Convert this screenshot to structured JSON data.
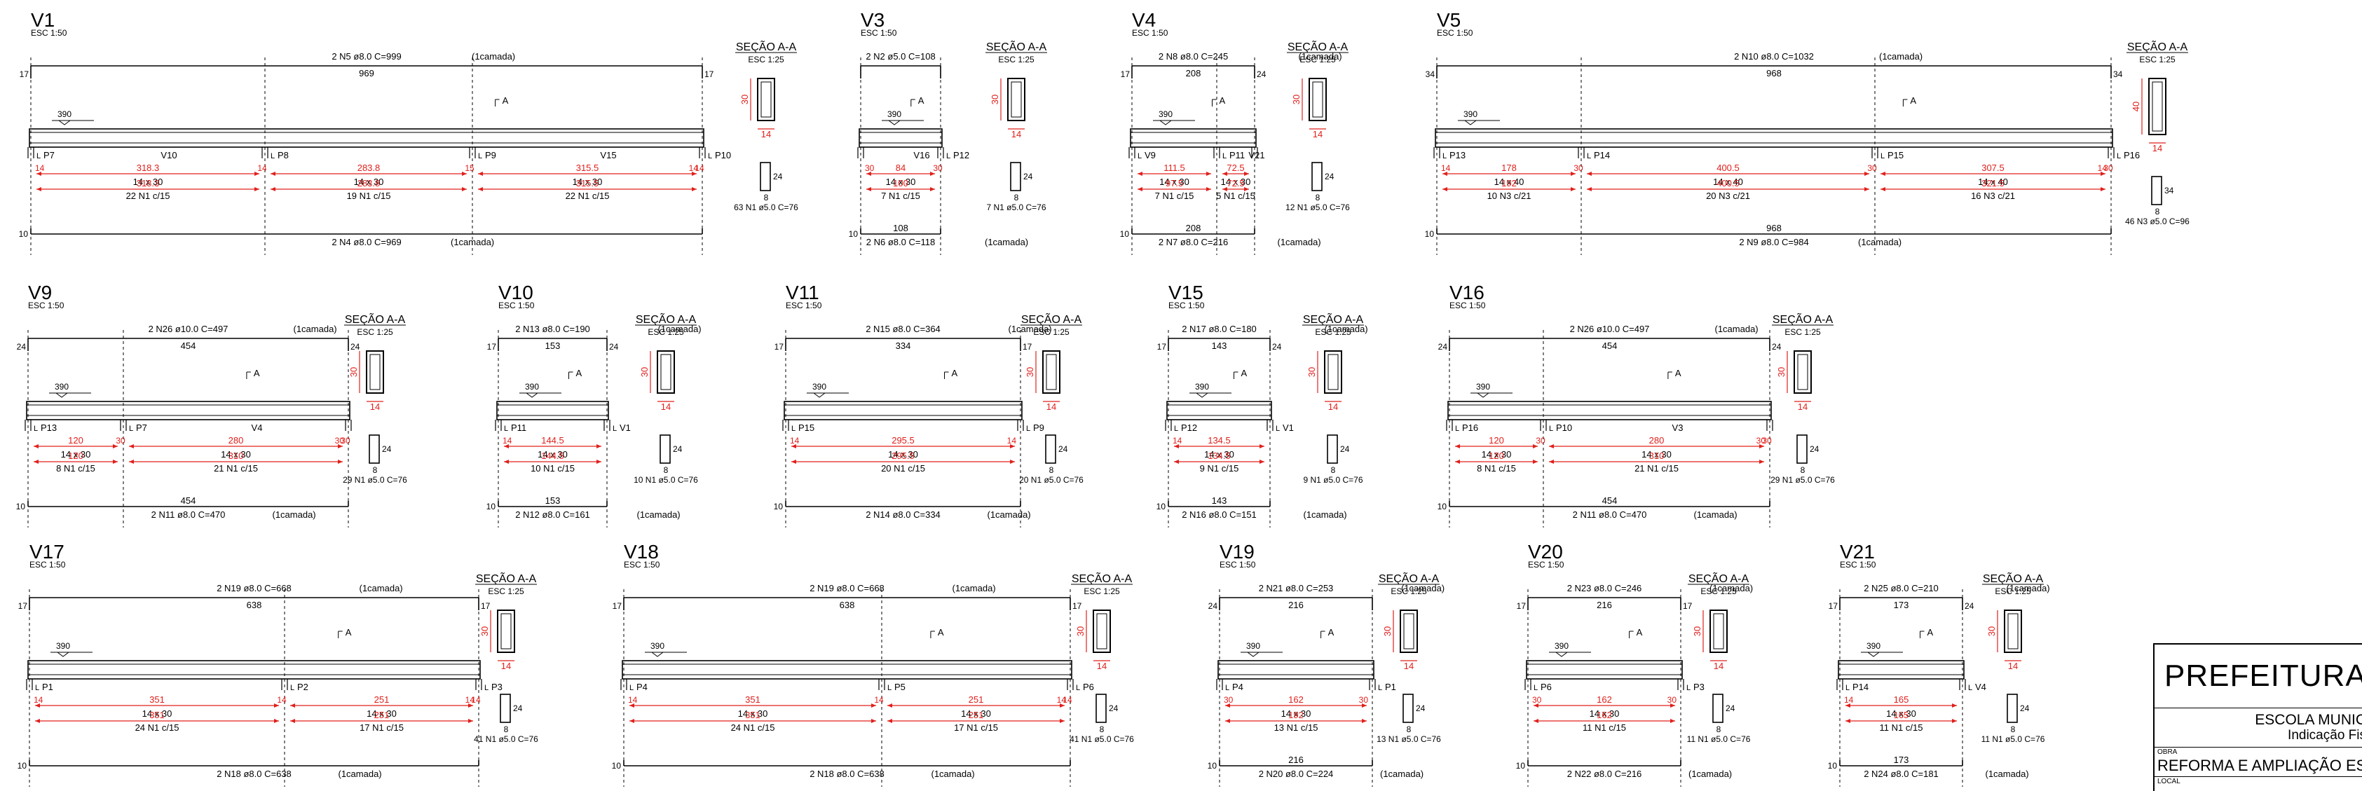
{
  "sheet": {
    "section_title": "SEÇÃO A-A",
    "section_scale": "ESC 1:25",
    "section_label": "A",
    "support_prefix": "L",
    "title_block": {
      "org": "PREFEITURA",
      "school": "ESCOLA MUNIC",
      "subtitle": "Indicação Fis",
      "obra_label": "OBRA",
      "obra": "REFORMA E AMPLIAÇÃO ESC",
      "local_label": "LOCAL"
    }
  },
  "beams": [
    {
      "name": "V1",
      "scale": "ESC 1:50",
      "top_bar": "2 N5 ø8.0  C=999",
      "top_layer": "(1camada)",
      "top_len": "969",
      "bot_bar": "2 N4 ø8.0  C=969",
      "bot_layer": "(1camada)",
      "bot_len": "",
      "left_hook": "17",
      "right_hook": "17",
      "level": "390",
      "supports": [
        "P7",
        "P8",
        "P9",
        "P10"
      ],
      "ends": [
        "14",
        "14"
      ],
      "spans": [
        {
          "id": "V10",
          "width": "14",
          "len": "318.3",
          "section": "14 x 30",
          "len2": "318.3",
          "stirrups": "22 N1 c/15"
        },
        {
          "id": "",
          "width": "15",
          "len": "283.8",
          "section": "14 x 30",
          "len2": "283.8",
          "stirrups": "19 N1 c/15"
        },
        {
          "id": "V15",
          "width": "14",
          "len": "315.5",
          "section": "14 x 30",
          "len2": "315.5",
          "stirrups": "22 N1 c/15"
        }
      ],
      "sec": {
        "h": "30",
        "w": "14",
        "stirrup_h": "24",
        "stirrup_w": "8",
        "stirrup_label": "63 N1 ø5.0  C=76"
      }
    },
    {
      "name": "V3",
      "scale": "ESC 1:50",
      "top_bar": "2 N2 ø5.0  C=108",
      "top_layer": "",
      "top_len": "",
      "bot_bar": "2 N6 ø8.0  C=118",
      "bot_layer": "(1camada)",
      "bot_len": "108",
      "left_hook": "",
      "right_hook": "",
      "level": "390",
      "supports": [
        "",
        "P12"
      ],
      "ends": [
        "30",
        ""
      ],
      "spans": [
        {
          "id": "V16",
          "width": "30",
          "len": "84",
          "section": "14 x 30",
          "len2": "100",
          "stirrups": "7 N1 c/15"
        }
      ],
      "sec": {
        "h": "30",
        "w": "14",
        "stirrup_h": "24",
        "stirrup_w": "8",
        "stirrup_label": "7 N1 ø5.0  C=76"
      }
    },
    {
      "name": "V4",
      "scale": "ESC 1:50",
      "top_bar": "2 N8 ø8.0  C=245",
      "top_layer": "(1camada)",
      "top_len": "208",
      "bot_bar": "2 N7 ø8.0  C=216",
      "bot_layer": "(1camada)",
      "bot_len": "208",
      "left_hook": "17",
      "right_hook": "24",
      "level": "390",
      "supports": [
        "V9",
        "P11"
      ],
      "ends": [
        "",
        ""
      ],
      "spans": [
        {
          "id": "",
          "width": "",
          "len": "111.5",
          "section": "14 x 30",
          "len2": "97.5",
          "stirrups": "7 N1 c/15"
        },
        {
          "id": "V21",
          "width": "",
          "len": "72.5",
          "section": "14 x 30",
          "len2": "72.5",
          "stirrups": "5 N1 c/15"
        }
      ],
      "sec": {
        "h": "30",
        "w": "14",
        "stirrup_h": "24",
        "stirrup_w": "8",
        "stirrup_label": "12 N1 ø5.0  C=76"
      }
    },
    {
      "name": "V5",
      "scale": "ESC 1:50",
      "top_bar": "2 N10 ø8.0  C=1032",
      "top_layer": "(1camada)",
      "top_len": "968",
      "bot_bar": "2 N9 ø8.0  C=984",
      "bot_layer": "(1camada)",
      "bot_len": "968",
      "left_hook": "34",
      "right_hook": "34",
      "level": "390",
      "supports": [
        "P13",
        "P14",
        "P15",
        "P16"
      ],
      "ends": [
        "14",
        "14"
      ],
      "spans": [
        {
          "id": "",
          "width": "30",
          "len": "178",
          "section": "14 x 40",
          "len2": "192",
          "stirrups": "10 N3 c/21"
        },
        {
          "id": "",
          "width": "30",
          "len": "400.5",
          "section": "14 x 40",
          "len2": "400.5",
          "stirrups": "20 N3 c/21"
        },
        {
          "id": "",
          "width": "30",
          "len": "307.5",
          "section": "14 x 40",
          "len2": "321.5",
          "stirrups": "16 N3 c/21"
        }
      ],
      "sec": {
        "h": "40",
        "w": "14",
        "stirrup_h": "34",
        "stirrup_w": "8",
        "stirrup_label": "46 N3 ø5.0  C=96"
      }
    },
    {
      "name": "V9",
      "scale": "ESC 1:50",
      "top_bar": "2 N26 ø10.0  C=497",
      "top_layer": "(1camada)",
      "top_len": "454",
      "bot_bar": "2 N11 ø8.0  C=470",
      "bot_layer": "(1camada)",
      "bot_len": "454",
      "left_hook": "24",
      "right_hook": "24",
      "level": "390",
      "supports": [
        "P13",
        "P7"
      ],
      "ends": [
        "",
        "30"
      ],
      "spans": [
        {
          "id": "",
          "width": "30",
          "len": "120",
          "section": "14 x 30",
          "len2": "120",
          "stirrups": "8 N1 c/15"
        },
        {
          "id": "V4",
          "width": "30",
          "len": "280",
          "section": "14 x 30",
          "len2": "310",
          "stirrups": "21 N1 c/15"
        }
      ],
      "sec": {
        "h": "30",
        "w": "14",
        "stirrup_h": "24",
        "stirrup_w": "8",
        "stirrup_label": "29 N1 ø5.0  C=76"
      }
    },
    {
      "name": "V10",
      "scale": "ESC 1:50",
      "top_bar": "2 N13 ø8.0  C=190",
      "top_layer": "(1camada)",
      "top_len": "153",
      "bot_bar": "2 N12 ø8.0  C=161",
      "bot_layer": "(1camada)",
      "bot_len": "153",
      "left_hook": "17",
      "right_hook": "24",
      "level": "390",
      "supports": [
        "P11",
        "V1"
      ],
      "ends": [
        "14",
        ""
      ],
      "spans": [
        {
          "id": "",
          "width": "",
          "len": "144.5",
          "section": "14 x 30",
          "len2": "144.5",
          "stirrups": "10 N1 c/15"
        }
      ],
      "sec": {
        "h": "30",
        "w": "14",
        "stirrup_h": "24",
        "stirrup_w": "8",
        "stirrup_label": "10 N1 ø5.0  C=76"
      }
    },
    {
      "name": "V11",
      "scale": "ESC 1:50",
      "top_bar": "2 N15 ø8.0  C=364",
      "top_layer": "(1camada)",
      "top_len": "334",
      "bot_bar": "2 N14 ø8.0  C=334",
      "bot_layer": "(1camada)",
      "bot_len": "",
      "left_hook": "17",
      "right_hook": "17",
      "level": "390",
      "supports": [
        "P15",
        "P9"
      ],
      "ends": [
        "14",
        "14"
      ],
      "spans": [
        {
          "id": "",
          "width": "",
          "len": "295.5",
          "section": "14 x 30",
          "len2": "295.5",
          "stirrups": "20 N1 c/15"
        }
      ],
      "sec": {
        "h": "30",
        "w": "14",
        "stirrup_h": "24",
        "stirrup_w": "8",
        "stirrup_label": "20 N1 ø5.0  C=76"
      }
    },
    {
      "name": "V15",
      "scale": "ESC 1:50",
      "top_bar": "2 N17 ø8.0  C=180",
      "top_layer": "(1camada)",
      "top_len": "143",
      "bot_bar": "2 N16 ø8.0  C=151",
      "bot_layer": "(1camada)",
      "bot_len": "143",
      "left_hook": "17",
      "right_hook": "24",
      "level": "390",
      "supports": [
        "P12",
        "V1"
      ],
      "ends": [
        "14",
        ""
      ],
      "spans": [
        {
          "id": "",
          "width": "",
          "len": "134.5",
          "section": "14 x 30",
          "len2": "134.5",
          "stirrups": "9 N1 c/15"
        }
      ],
      "sec": {
        "h": "30",
        "w": "14",
        "stirrup_h": "24",
        "stirrup_w": "8",
        "stirrup_label": "9 N1 ø5.0  C=76"
      }
    },
    {
      "name": "V16",
      "scale": "ESC 1:50",
      "top_bar": "2 N26 ø10.0  C=497",
      "top_layer": "(1camada)",
      "top_len": "454",
      "bot_bar": "2 N11 ø8.0  C=470",
      "bot_layer": "(1camada)",
      "bot_len": "454",
      "left_hook": "24",
      "right_hook": "24",
      "level": "390",
      "supports": [
        "P16",
        "P10"
      ],
      "ends": [
        "",
        "30"
      ],
      "spans": [
        {
          "id": "",
          "width": "30",
          "len": "120",
          "section": "14 x 30",
          "len2": "120",
          "stirrups": "8 N1 c/15"
        },
        {
          "id": "V3",
          "width": "30",
          "len": "280",
          "section": "14 x 30",
          "len2": "310",
          "stirrups": "21 N1 c/15"
        }
      ],
      "sec": {
        "h": "30",
        "w": "14",
        "stirrup_h": "24",
        "stirrup_w": "8",
        "stirrup_label": "29 N1 ø5.0  C=76"
      }
    },
    {
      "name": "V17",
      "scale": "ESC 1:50",
      "top_bar": "2 N19 ø8.0  C=668",
      "top_layer": "(1camada)",
      "top_len": "638",
      "bot_bar": "2 N18 ø8.0  C=638",
      "bot_layer": "(1camada)",
      "bot_len": "",
      "left_hook": "17",
      "right_hook": "17",
      "level": "390",
      "supports": [
        "P1",
        "P2",
        "P3"
      ],
      "ends": [
        "14",
        "14"
      ],
      "spans": [
        {
          "id": "",
          "width": "14",
          "len": "351",
          "section": "14 x 30",
          "len2": "351",
          "stirrups": "24 N1 c/15"
        },
        {
          "id": "",
          "width": "14",
          "len": "251",
          "section": "14 x 30",
          "len2": "251",
          "stirrups": "17 N1 c/15"
        }
      ],
      "sec": {
        "h": "30",
        "w": "14",
        "stirrup_h": "24",
        "stirrup_w": "8",
        "stirrup_label": "41 N1 ø5.0  C=76"
      }
    },
    {
      "name": "V18",
      "scale": "ESC 1:50",
      "top_bar": "2 N19 ø8.0  C=668",
      "top_layer": "(1camada)",
      "top_len": "638",
      "bot_bar": "2 N18 ø8.0  C=638",
      "bot_layer": "(1camada)",
      "bot_len": "",
      "left_hook": "17",
      "right_hook": "17",
      "level": "390",
      "supports": [
        "P4",
        "P5",
        "P6"
      ],
      "ends": [
        "14",
        "14"
      ],
      "spans": [
        {
          "id": "",
          "width": "14",
          "len": "351",
          "section": "14 x 30",
          "len2": "351",
          "stirrups": "24 N1 c/15"
        },
        {
          "id": "",
          "width": "14",
          "len": "251",
          "section": "14 x 30",
          "len2": "251",
          "stirrups": "17 N1 c/15"
        }
      ],
      "sec": {
        "h": "30",
        "w": "14",
        "stirrup_h": "24",
        "stirrup_w": "8",
        "stirrup_label": "41 N1 ø5.0  C=76"
      }
    },
    {
      "name": "V19",
      "scale": "ESC 1:50",
      "top_bar": "2 N21 ø8.0  C=253",
      "top_layer": "(1camada)",
      "top_len": "216",
      "bot_bar": "2 N20 ø8.0  C=224",
      "bot_layer": "(1camada)",
      "bot_len": "216",
      "left_hook": "24",
      "right_hook": "",
      "level": "390",
      "supports": [
        "P4",
        "P1"
      ],
      "ends": [
        "30",
        "30"
      ],
      "spans": [
        {
          "id": "",
          "width": "",
          "len": "162",
          "section": "14 x 30",
          "len2": "192",
          "stirrups": "13 N1 c/15"
        }
      ],
      "sec": {
        "h": "30",
        "w": "14",
        "stirrup_h": "24",
        "stirrup_w": "8",
        "stirrup_label": "13 N1 ø5.0  C=76"
      }
    },
    {
      "name": "V20",
      "scale": "ESC 1:50",
      "top_bar": "2 N23 ø8.0  C=246",
      "top_layer": "(1camada)",
      "top_len": "216",
      "bot_bar": "2 N22 ø8.0  C=216",
      "bot_layer": "(1camada)",
      "bot_len": "",
      "left_hook": "17",
      "right_hook": "17",
      "level": "390",
      "supports": [
        "P6",
        "P3"
      ],
      "ends": [
        "30",
        "30"
      ],
      "spans": [
        {
          "id": "",
          "width": "",
          "len": "162",
          "section": "14 x 30",
          "len2": "162",
          "stirrups": "11 N1 c/15"
        }
      ],
      "sec": {
        "h": "30",
        "w": "14",
        "stirrup_h": "24",
        "stirrup_w": "8",
        "stirrup_label": "11 N1 ø5.0  C=76"
      }
    },
    {
      "name": "V21",
      "scale": "ESC 1:50",
      "top_bar": "2 N25 ø8.0  C=210",
      "top_layer": "(1camada)",
      "top_len": "173",
      "bot_bar": "2 N24 ø8.0  C=181",
      "bot_layer": "(1camada)",
      "bot_len": "173",
      "left_hook": "17",
      "right_hook": "24",
      "level": "390",
      "supports": [
        "P14",
        "V4"
      ],
      "ends": [
        "14",
        ""
      ],
      "spans": [
        {
          "id": "",
          "width": "",
          "len": "165",
          "section": "14 x 30",
          "len2": "165",
          "stirrups": "11 N1 c/15"
        }
      ],
      "sec": {
        "h": "30",
        "w": "14",
        "stirrup_h": "24",
        "stirrup_w": "8",
        "stirrup_label": "11 N1 ø5.0  C=76"
      }
    }
  ]
}
